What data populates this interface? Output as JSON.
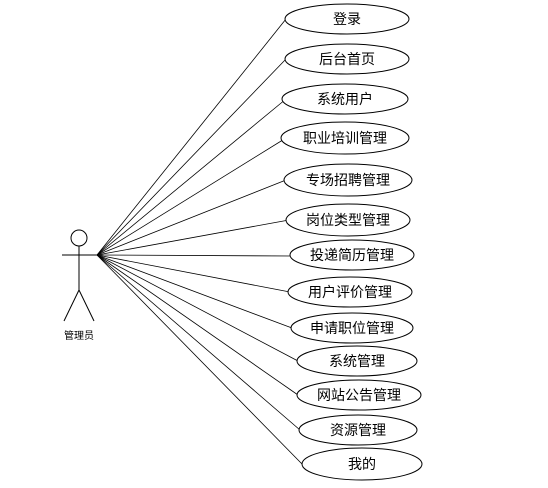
{
  "diagram": {
    "actor": {
      "label": "管理员"
    },
    "use_cases": [
      {
        "label": "登录"
      },
      {
        "label": "后台首页"
      },
      {
        "label": "系统用户"
      },
      {
        "label": "职业培训管理"
      },
      {
        "label": "专场招聘管理"
      },
      {
        "label": "岗位类型管理"
      },
      {
        "label": "投递简历管理"
      },
      {
        "label": "用户评价管理"
      },
      {
        "label": "申请职位管理"
      },
      {
        "label": "系统管理"
      },
      {
        "label": "网站公告管理"
      },
      {
        "label": "资源管理"
      },
      {
        "label": "我的"
      }
    ]
  }
}
